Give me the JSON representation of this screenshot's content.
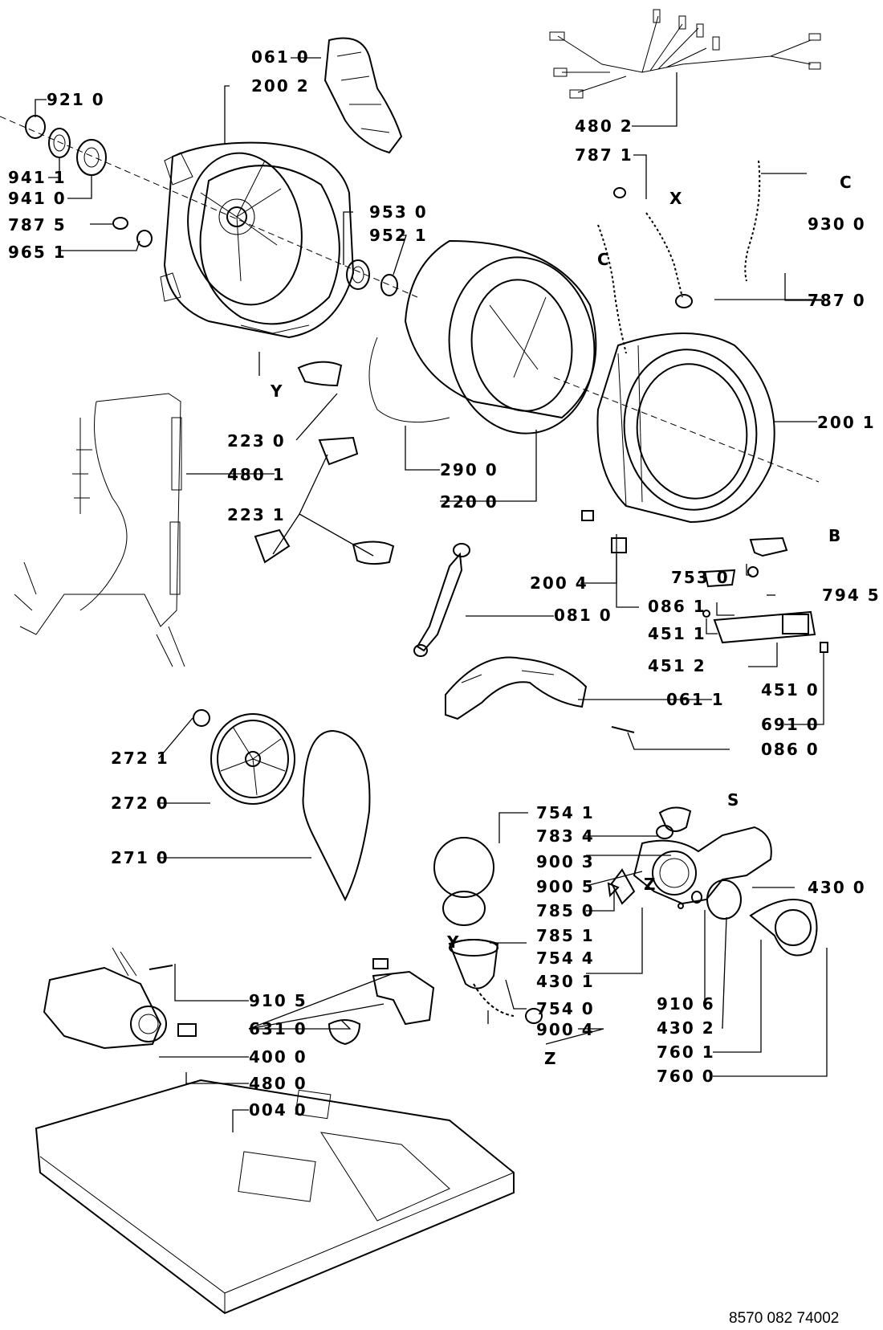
{
  "document_code": "8570 082 74002",
  "labels": {
    "l0610": "061 0",
    "l2002": "200 2",
    "l9210": "921 0",
    "l9411": "941 1",
    "l9410": "941 0",
    "l7875": "787 5",
    "l9651": "965 1",
    "l9530": "953 0",
    "l9521": "952 1",
    "l4802": "480 2",
    "l7871": "787 1",
    "l9300": "930 0",
    "l7870": "787 0",
    "l2001": "200 1",
    "l2230": "223 0",
    "l4801": "480 1",
    "l2231": "223 1",
    "l2900": "290 0",
    "l2200": "220 0",
    "l2004": "200 4",
    "l7530": "753 0",
    "l7945": "794 5",
    "l0810": "081 0",
    "l0861": "086 1",
    "l4511": "451 1",
    "l4512": "451 2",
    "l4510": "451 0",
    "l0611": "061 1",
    "l6910": "691 0",
    "l0860": "086 0",
    "l2721": "272 1",
    "l2720": "272 0",
    "l2710": "271 0",
    "l7541": "754 1",
    "l7834": "783 4",
    "l9003": "900 3",
    "l9005": "900 5",
    "l7850": "785 0",
    "l7851": "785 1",
    "l7544": "754 4",
    "l4301": "430 1",
    "l4300": "430 0",
    "l9106": "910 6",
    "l4302": "430 2",
    "l7601": "760 1",
    "l7600": "760 0",
    "l9105": "910 5",
    "l6310": "631 0",
    "l4000": "400 0",
    "l4800": "480 0",
    "l0040": "004 0",
    "l7540": "754 0",
    "l9004": "900 4"
  },
  "letters": {
    "Y1": "Y",
    "C1": "C",
    "X1": "X",
    "C2": "C",
    "B1": "B",
    "S1": "S",
    "Z1": "Z",
    "Y2": "Y",
    "Z2": "Z"
  }
}
